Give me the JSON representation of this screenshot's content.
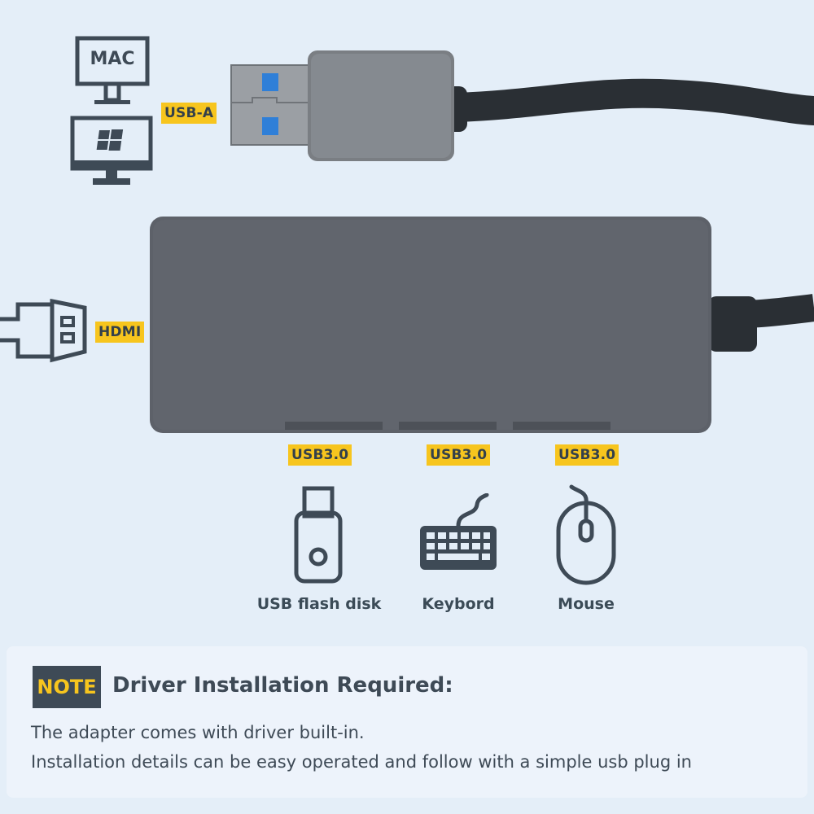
{
  "host_icons": [
    {
      "name": "mac-monitor",
      "label": "MAC"
    },
    {
      "name": "windows-monitor",
      "label": ""
    }
  ],
  "ports": {
    "usb_a": "USB-A",
    "hdmi": "HDMI",
    "usb3_labels": [
      "USB3.0",
      "USB3.0",
      "USB3.0"
    ]
  },
  "devices": [
    {
      "icon": "usb-flash-icon",
      "label": "USB flash disk"
    },
    {
      "icon": "keyboard-icon",
      "label": "Keybord"
    },
    {
      "icon": "mouse-icon",
      "label": "Mouse"
    }
  ],
  "note": {
    "badge": "NOTE",
    "title": "Driver Installation Required:",
    "lines": [
      "The adapter comes with driver built-in.",
      "Installation details can be easy operated and follow with a simple usb plug in"
    ]
  },
  "colors": {
    "background": "#e4eef8",
    "accent_yellow": "#f7c51e",
    "icon_dark": "#3e4a56",
    "hub_gray": "#5f646c",
    "usb_port_blue": "#2f7fd8"
  }
}
